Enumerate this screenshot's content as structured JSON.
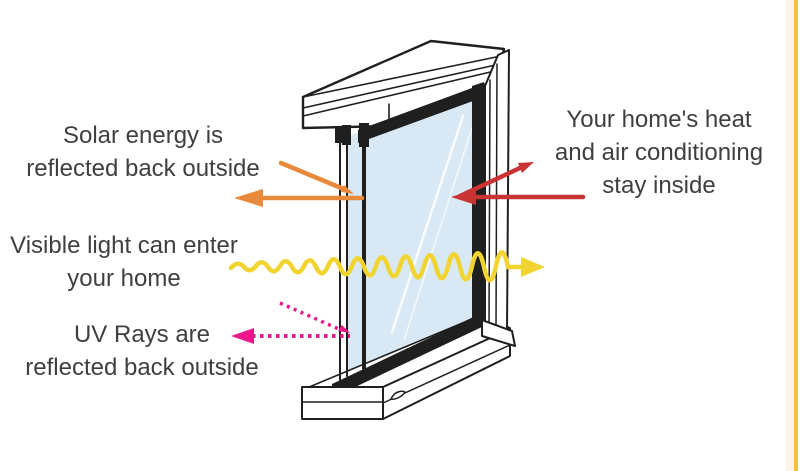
{
  "diagram": {
    "labels": {
      "solar": {
        "line1": "Solar energy is",
        "line2": "reflected back outside"
      },
      "heat": {
        "line1": "Your home's heat",
        "line2": "and air conditioning",
        "line3": "stay inside"
      },
      "visible_light": {
        "line1": "Visible light can enter",
        "line2": "your home"
      },
      "uv": {
        "line1": "UV Rays are",
        "line2": "reflected back outside"
      }
    },
    "colors": {
      "solar_arrow": "#e8893c",
      "heat_arrow": "#c93333",
      "visible_light_arrow": "#f2d431",
      "uv_arrow": "#e8188c",
      "glass": "#d8e9f5",
      "ink": "#1f1f1f",
      "page_border": "#eec43e",
      "page_border_halo": "#fcf6e8",
      "text": "#3f3f3f"
    }
  }
}
